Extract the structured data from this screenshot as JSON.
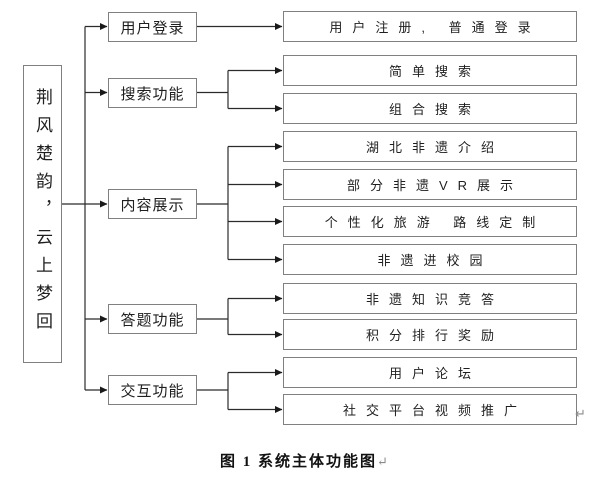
{
  "diagram": {
    "root": {
      "label": "荆风楚韵，云上梦回"
    },
    "branches": [
      {
        "label": "用户登录",
        "children": [
          "用户注册, 普通登录"
        ]
      },
      {
        "label": "搜索功能",
        "children": [
          "简单搜索",
          "组合搜索"
        ]
      },
      {
        "label": "内容展示",
        "children": [
          "湖北非遗介绍",
          "部分非遗VR展示",
          "个性化旅游 路线定制",
          "非遗进校园"
        ]
      },
      {
        "label": "答题功能",
        "children": [
          "非遗知识竞答",
          "积分排行奖励"
        ]
      },
      {
        "label": "交互功能",
        "children": [
          "用户论坛",
          "社交平台视频推广"
        ]
      }
    ]
  },
  "caption": {
    "text": "图 1 系统主体功能图"
  },
  "marks": {
    "return_mark": "↵"
  }
}
